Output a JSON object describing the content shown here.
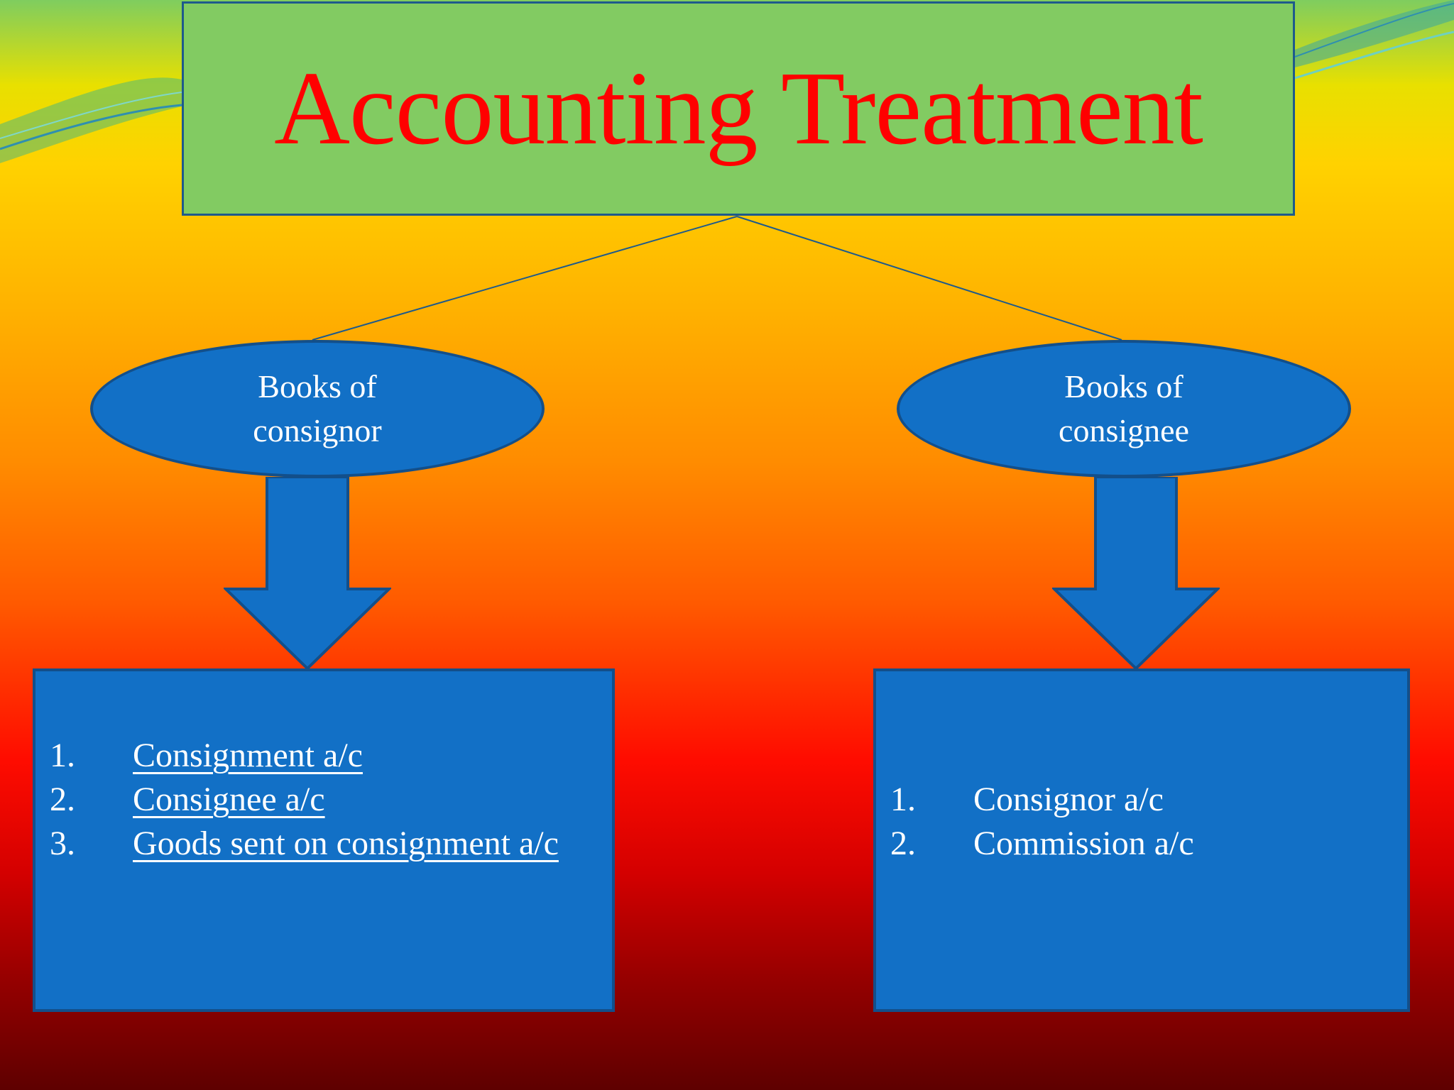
{
  "title": "Accounting Treatment",
  "colors": {
    "title_box": "#82cb62",
    "title_text": "#ff0000",
    "shape_fill": "#1270c6",
    "shape_border": "#134f8a"
  },
  "branches": [
    {
      "heading_line1": "Books of",
      "heading_line2": "consignor",
      "items": [
        {
          "num": "1.",
          "label": "Consignment a/c"
        },
        {
          "num": "2.",
          "label": "Consignee a/c"
        },
        {
          "num": "3.",
          "label": "Goods sent on consignment a/c"
        }
      ]
    },
    {
      "heading_line1": "Books of",
      "heading_line2": "consignee",
      "items": [
        {
          "num": "1.",
          "label": "Consignor a/c"
        },
        {
          "num": "2.",
          "label": "Commission a/c"
        }
      ]
    }
  ]
}
